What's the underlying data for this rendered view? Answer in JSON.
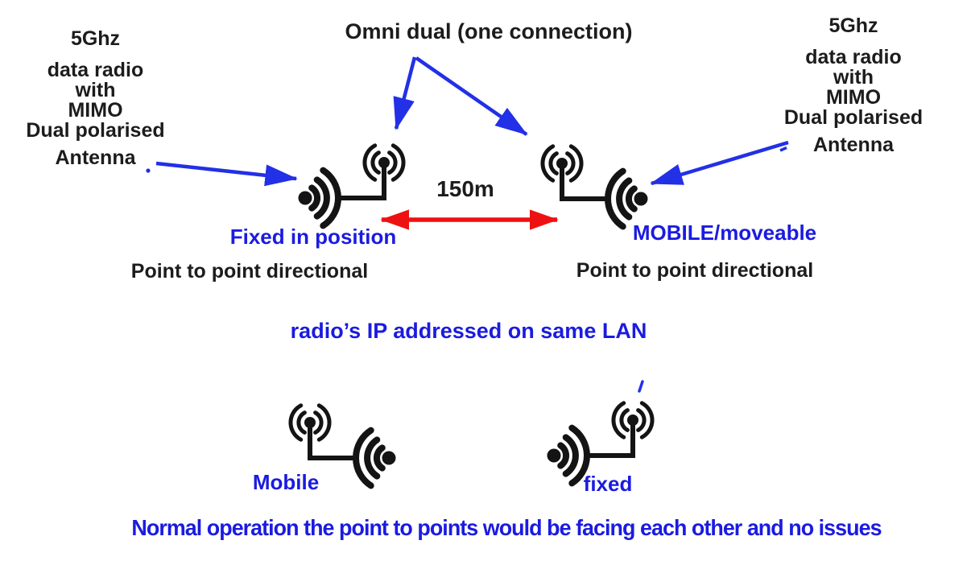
{
  "colors": {
    "blue": "#1b1be0",
    "red": "#ee1111",
    "ink": "#1c1c1c"
  },
  "left_radio_note": {
    "lines": [
      "5Ghz",
      "data radio",
      "with",
      "MIMO",
      "Dual polarised",
      "Antenna"
    ]
  },
  "right_radio_note": {
    "lines": [
      "5Ghz",
      "data radio",
      "with",
      "MIMO",
      "Dual polarised",
      "Antenna"
    ]
  },
  "omni_label": "Omni dual (one connection)",
  "distance_label": "150m",
  "top_left_antenna": {
    "position_label": "Fixed in position",
    "type_label": "Point to point directional"
  },
  "top_right_antenna": {
    "position_label": "MOBILE/moveable",
    "type_label": "Point to point directional"
  },
  "lan_note": "radio’s IP addressed on same LAN",
  "bottom_left_antenna": {
    "label": "Mobile"
  },
  "bottom_right_antenna": {
    "label": "fixed"
  },
  "caption": "Normal operation the point to points would be facing each other and no issues"
}
